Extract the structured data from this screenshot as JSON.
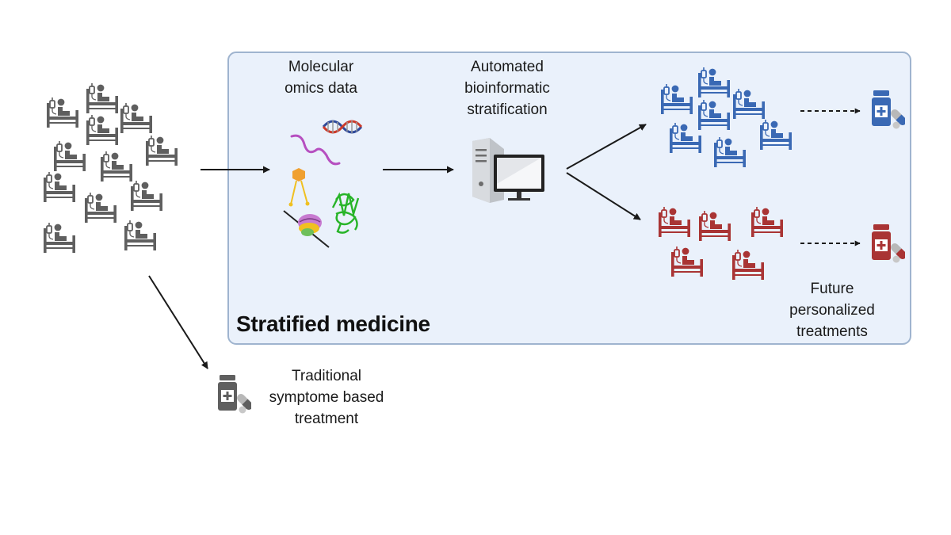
{
  "colors": {
    "panel_fill": "#eaf1fb",
    "panel_border": "#9fb4cf",
    "patient_default": "#5f5f5f",
    "patient_group_1": "#3a69b4",
    "patient_group_2": "#a93434",
    "arrow": "#1a1a1a"
  },
  "labels": {
    "panel_title": "Stratified medicine",
    "omics": [
      "Molecular",
      "omics data"
    ],
    "bioinformatics": [
      "Automated",
      "bioinformatic",
      "stratification"
    ],
    "personalized": [
      "Future",
      "personalized",
      "treatments"
    ],
    "traditional": [
      "Traditional",
      "symptome based",
      "treatment"
    ]
  },
  "icons": {
    "patient": "patient-in-bed-icon",
    "medicine": "medicine-bottle-and-pills-icon",
    "dna": "dna-helix-icon",
    "rna": "rna-strand-icon",
    "protein": "protein-structure-icon",
    "ribosome": "ribosome-icon",
    "lipid": "molecule-icon",
    "computer": "computer-workstation-icon"
  }
}
